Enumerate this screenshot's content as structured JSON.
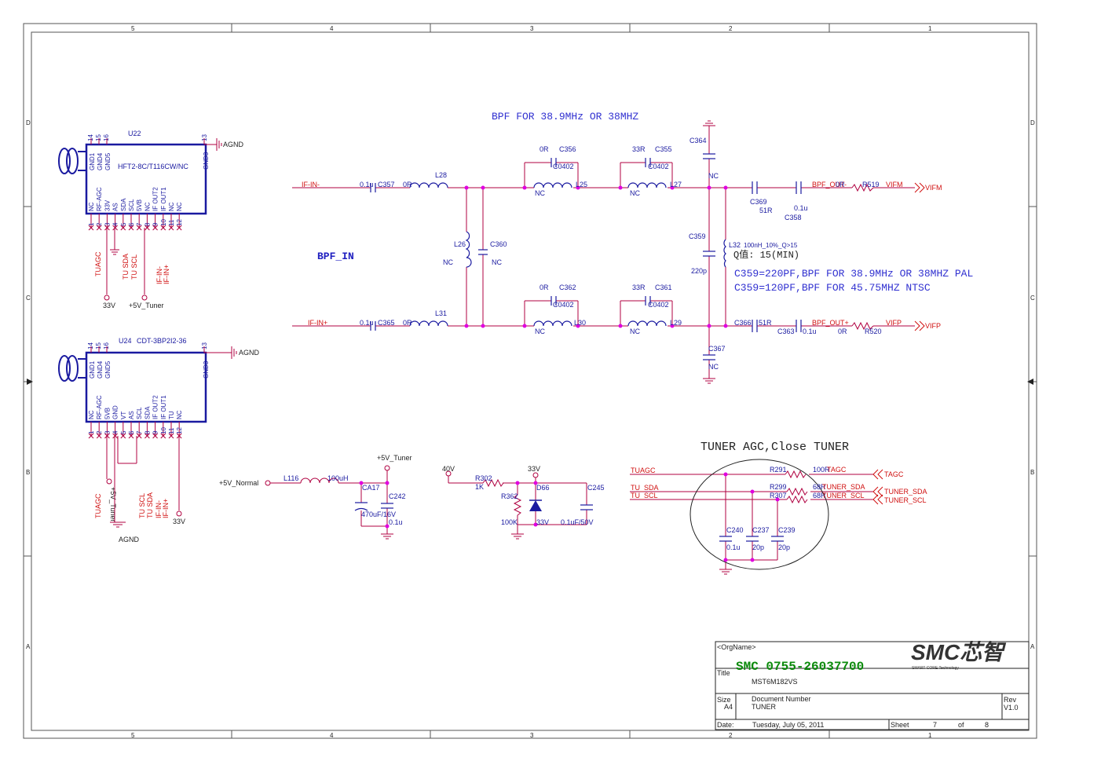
{
  "frame": {
    "cols_top": [
      "5",
      "4",
      "3",
      "2",
      "1"
    ],
    "cols_bottom": [
      "5",
      "4",
      "3",
      "2",
      "1"
    ],
    "rows": [
      "D",
      "C",
      "B",
      "A"
    ]
  },
  "headings": {
    "bpf_title": "BPF FOR 38.9MHz OR 38MHZ",
    "bpf_in": "BPF_IN",
    "tuner_agc": "TUNER AGC,Close TUNER"
  },
  "notes": {
    "q": "Q值: 15(MIN)",
    "c359_pal": "C359=220PF,BPF FOR 38.9MHz OR 38MHZ PAL",
    "c359_ntsc": "C359=120PF,BPF FOR 45.75MHZ NTSC"
  },
  "u22": {
    "ref": "U22",
    "part": "HFT2-8C/T116CW/NC",
    "gnd_label": "AGND",
    "top_pins": [
      "14",
      "15",
      "16",
      "13"
    ],
    "top_names": [
      "GND1",
      "GND4",
      "GND5",
      "GND3"
    ],
    "pin_names": [
      "NC",
      "RF-AGC",
      "33V",
      "AS",
      "SDA",
      "SCL",
      "5VB",
      "NC",
      "IF OUT2",
      "IF OUT1",
      "NC",
      "NC"
    ],
    "pins": [
      "1",
      "2",
      "3",
      "4",
      "5",
      "6",
      "7",
      "8",
      "9",
      "10",
      "11",
      "12"
    ],
    "nets": [
      "TUAGC",
      "TU SDA",
      "TU SCL",
      "IF-IN-",
      "IF-IN+"
    ],
    "pwr": [
      "33V",
      "+5V_Tuner"
    ]
  },
  "u24": {
    "ref": "U24",
    "part": "CDT-3BP2I2-36",
    "gnd_label": "AGND",
    "top_pins": [
      "14",
      "15",
      "16",
      "13"
    ],
    "top_names": [
      "GND1",
      "GND4",
      "GND5",
      "GND3"
    ],
    "pin_names": [
      "NC",
      "RF-AGC",
      "5VB",
      "GND",
      "VT",
      "AS",
      "SCL",
      "SDA",
      "IF OUT2",
      "IF OUT1",
      "TU",
      "NC"
    ],
    "pins": [
      "1",
      "2",
      "3",
      "4",
      "5",
      "6",
      "7",
      "8",
      "9",
      "10",
      "11",
      "12"
    ],
    "nets": [
      "TUAGC",
      "+5V_Tuner",
      "TU SCL",
      "TU SDA",
      "IF-IN-",
      "IF-IN+"
    ],
    "pwr": [
      "33V"
    ],
    "agnd": "AGND"
  },
  "bpf": {
    "if_in_minus": "IF-IN-",
    "if_in_plus": "IF-IN+",
    "c357": "C357",
    "c357_val": "0.1u",
    "c365": "C365",
    "c365_val": "0.1u",
    "l28": "L28",
    "l28_val": "0R",
    "l31": "L31",
    "l31_val": "0R",
    "l26": "L26",
    "l26_val": "NC",
    "c360": "C360",
    "c360_val": "NC",
    "c356": "C356",
    "c356_val": "0R",
    "c356_pkg": "C0402",
    "l25": "L25",
    "l25_val": "NC",
    "c355": "C355",
    "c355_val": "33R",
    "c355_pkg": "C0402",
    "l27": "L27",
    "l27_val": "NC",
    "c362": "C362",
    "c362_val": "0R",
    "c362_pkg": "C0402",
    "l30": "L30",
    "l30_val": "NC",
    "c361": "C361",
    "c361_val": "33R",
    "c361_pkg": "C0402",
    "l29": "L29",
    "l29_val": "NC",
    "c364": "C364",
    "c364_val": "NC",
    "c359": "C359",
    "c359_val": "220p",
    "l32": "L32",
    "l32_val": "100nH_10%_Q>15",
    "c367": "C367",
    "c367_val": "NC",
    "c369": "C369",
    "c369_val": "51R",
    "c358": "C358",
    "c358_val": "0.1u",
    "c366": "C366",
    "c366_val": "51R",
    "c363": "C363",
    "c363_val": "0.1u",
    "bpf_out_minus": "BPF_OUT-",
    "bpf_out_plus": "BPF_OUT+",
    "r519": "R519",
    "r519_val": "0R",
    "r520": "R520",
    "r520_val": "0R",
    "vifm": "VIFM",
    "vifp": "VIFP"
  },
  "power": {
    "p5v_normal": "+5V_Normal",
    "l116": "L116",
    "l116_val": "100uH",
    "p5v_tuner": "+5V_Tuner",
    "ca17": "CA17",
    "ca17_val": "470uF/16V",
    "c242": "C242",
    "c242_val": "0.1u",
    "v40": "40V",
    "r302": "R302",
    "r302_val": "1K",
    "v33": "33V",
    "r362": "R362",
    "r362_val": "100K",
    "d66": "D66",
    "d66_val": "33V",
    "c245": "C245",
    "c245_val": "0.1uF/50V"
  },
  "agc": {
    "tuagc": "TUAGC",
    "tu_sda": "TU_SDA",
    "tu_scl": "TU_SCL",
    "r291": "R291",
    "r291_val": "100R",
    "r299": "R299",
    "r299_val": "68R",
    "r307": "R307",
    "r307_val": "68R",
    "tagc": "TAGC",
    "tuner_sda": "TUNER_SDA",
    "tuner_scl": "TUNER_SCL",
    "c240": "C240",
    "c240_val": "0.1u",
    "c237": "C237",
    "c237_val": "20p",
    "c239": "C239",
    "c239_val": "20p"
  },
  "title_block": {
    "org": "<OrgName>",
    "phone": "SMC 0755-26037700",
    "title_label": "Title",
    "title": "MST6M182VS",
    "size_label": "Size",
    "size": "A4",
    "docnum_label": "Document Number",
    "docnum": "TUNER",
    "rev_label": "Rev",
    "rev": "V1.0",
    "date_label": "Date:",
    "date": "Tuesday, July 05, 2011",
    "sheet_label": "Sheet",
    "sheet": "7",
    "of_label": "of",
    "of": "8",
    "logo_text": "SMC芯智",
    "logo_sub": "SMART-CORE Technology"
  },
  "colors": {
    "wire": "#b00040",
    "component": "#1a1aa0",
    "net_red": "#d01010",
    "junction": "#e000e0",
    "heading": "#3030d0",
    "green": "#0b8a0b",
    "frame": "#555555"
  }
}
